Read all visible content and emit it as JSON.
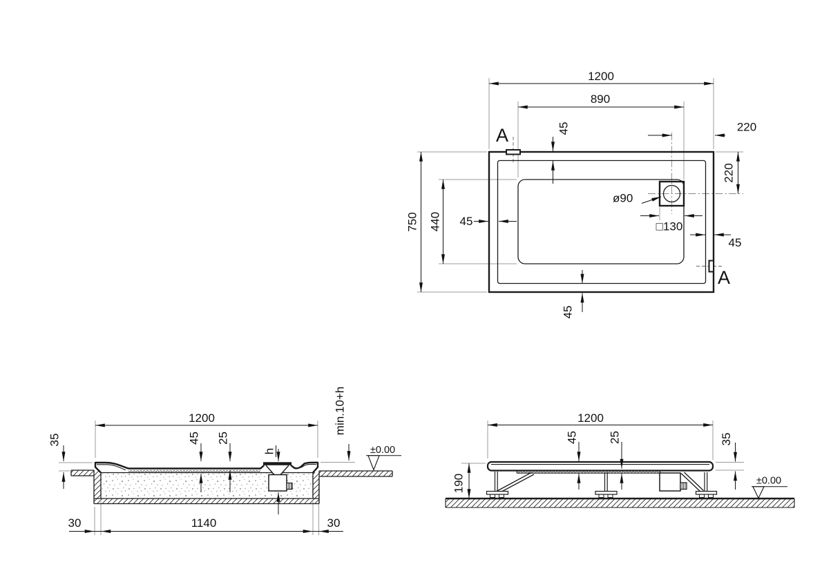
{
  "plan_view": {
    "section_marker": "A",
    "dims": {
      "overall_width": "1200",
      "basin_length": "890",
      "drain_offset_from_right": "220",
      "drain_offset_from_top": "220",
      "overall_depth": "750",
      "basin_width": "440",
      "rim_top": "45",
      "rim_left": "45",
      "rim_right": "45",
      "rim_bottom": "45",
      "drain_diameter": "ø90",
      "drain_square": "□130"
    }
  },
  "section_view": {
    "dims": {
      "overall_width": "1200",
      "rim_above_floor": "35",
      "total_depth": "45",
      "basin_depth": "25",
      "trap_height": "h",
      "min_recess_depth": "min.10+h",
      "floor_level": "±0.00",
      "recess_margin_left": "30",
      "recess_inner_width": "1140",
      "recess_margin_right": "30"
    }
  },
  "installed_view": {
    "dims": {
      "overall_width": "1200",
      "total_depth": "45",
      "basin_depth": "25",
      "edge_height": "35",
      "installed_height": "190",
      "floor_level": "±0.00"
    }
  }
}
